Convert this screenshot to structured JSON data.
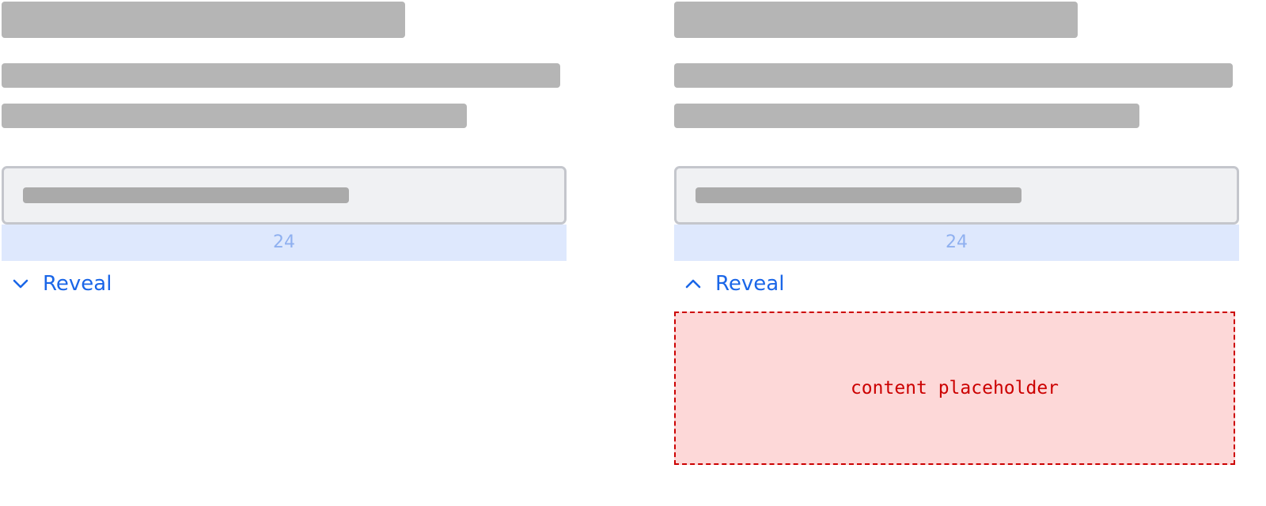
{
  "colors": {
    "skeleton": "#b5b5b5",
    "input_border": "#c4c6cc",
    "input_bg": "#f0f1f3",
    "input_bar": "#aaaaaa",
    "band_bg": "#dee8fd",
    "band_text": "#8fb0f0",
    "link": "#1a66e8",
    "placeholder_bg": "#fdd8d8",
    "placeholder_border": "#cc0000"
  },
  "panels": [
    {
      "state": "collapsed",
      "band_value": "24",
      "toggle": {
        "icon": "chevron-down-icon",
        "label": "Reveal"
      }
    },
    {
      "state": "expanded",
      "band_value": "24",
      "toggle": {
        "icon": "chevron-up-icon",
        "label": "Reveal"
      },
      "content": {
        "text": "content placeholder"
      }
    }
  ]
}
